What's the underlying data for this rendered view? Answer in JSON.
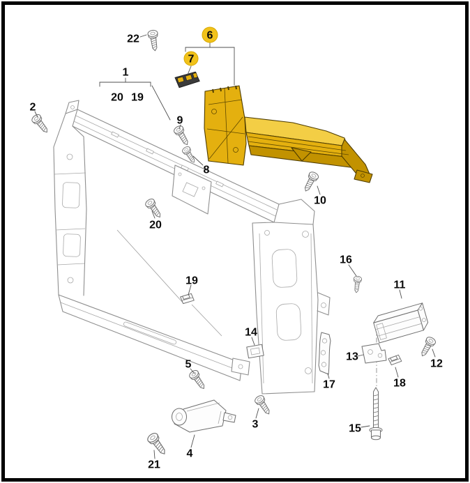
{
  "page": {
    "background": "#ffffff",
    "border_color": "#000000"
  },
  "colors": {
    "highlight": "#E4B00F",
    "highlight_light": "#F3CE45",
    "highlight_dark": "#C29200",
    "badge": "#F1C21B",
    "diagram_line": "#8E8E8E",
    "text": "#0A0A0A"
  },
  "highlighted_callouts": [
    "6",
    "7"
  ],
  "callouts": {
    "c1": "1",
    "c2": "2",
    "c3": "3",
    "c4": "4",
    "c5": "5",
    "c6": "6",
    "c7": "7",
    "c8": "8",
    "c9": "9",
    "c10": "10",
    "c11": "11",
    "c12": "12",
    "c13": "13",
    "c14": "14",
    "c15": "15",
    "c16": "16",
    "c17": "17",
    "c18": "18",
    "c19": "19",
    "c20": "20",
    "c21": "21",
    "c22": "22"
  }
}
